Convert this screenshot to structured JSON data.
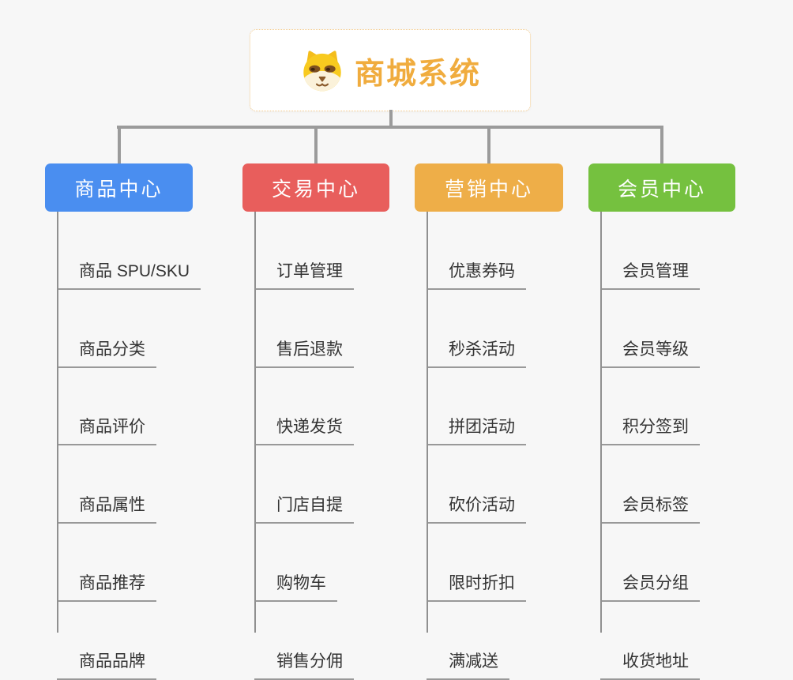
{
  "page": {
    "background": "#f7f7f7",
    "connector_color": "#9b9b9b"
  },
  "root": {
    "title": "商城系统",
    "title_color": "#f0ac3e",
    "border_color": "#f2c98a",
    "icon": "dog-icon"
  },
  "branches": [
    {
      "label": "商品中心",
      "color": "#4a8ef0",
      "items": [
        "商品 SPU/SKU",
        "商品分类",
        "商品评价",
        "商品属性",
        "商品推荐",
        "商品品牌"
      ]
    },
    {
      "label": "交易中心",
      "color": "#e85e5c",
      "items": [
        "订单管理",
        "售后退款",
        "快递发货",
        "门店自提",
        "购物车",
        "销售分佣"
      ]
    },
    {
      "label": "营销中心",
      "color": "#eeae48",
      "items": [
        "优惠券码",
        "秒杀活动",
        "拼团活动",
        "砍价活动",
        "限时折扣",
        "满减送"
      ]
    },
    {
      "label": "会员中心",
      "color": "#75c13f",
      "items": [
        "会员管理",
        "会员等级",
        "积分签到",
        "会员标签",
        "会员分组",
        "收货地址"
      ]
    }
  ]
}
